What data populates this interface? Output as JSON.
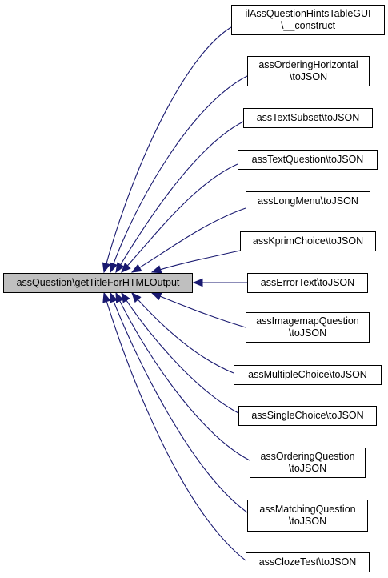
{
  "colors": {
    "edge": "#191970",
    "root_fill": "#bfbfbf",
    "node_fill": "#ffffff",
    "node_border": "#000000"
  },
  "root": {
    "label": "assQuestion\\getTitleForHTMLOutput"
  },
  "callers": [
    {
      "line1": "ilAssQuestionHintsTableGUI",
      "line2": "\\__construct"
    },
    {
      "line1": "assOrderingHorizontal",
      "line2": "\\toJSON"
    },
    {
      "line1": "assTextSubset\\toJSON",
      "line2": ""
    },
    {
      "line1": "assTextQuestion\\toJSON",
      "line2": ""
    },
    {
      "line1": "assLongMenu\\toJSON",
      "line2": ""
    },
    {
      "line1": "assKprimChoice\\toJSON",
      "line2": ""
    },
    {
      "line1": "assErrorText\\toJSON",
      "line2": ""
    },
    {
      "line1": "assImagemapQuestion",
      "line2": "\\toJSON"
    },
    {
      "line1": "assMultipleChoice\\toJSON",
      "line2": ""
    },
    {
      "line1": "assSingleChoice\\toJSON",
      "line2": ""
    },
    {
      "line1": "assOrderingQuestion",
      "line2": "\\toJSON"
    },
    {
      "line1": "assMatchingQuestion",
      "line2": "\\toJSON"
    },
    {
      "line1": "assClozeTest\\toJSON",
      "line2": ""
    }
  ]
}
